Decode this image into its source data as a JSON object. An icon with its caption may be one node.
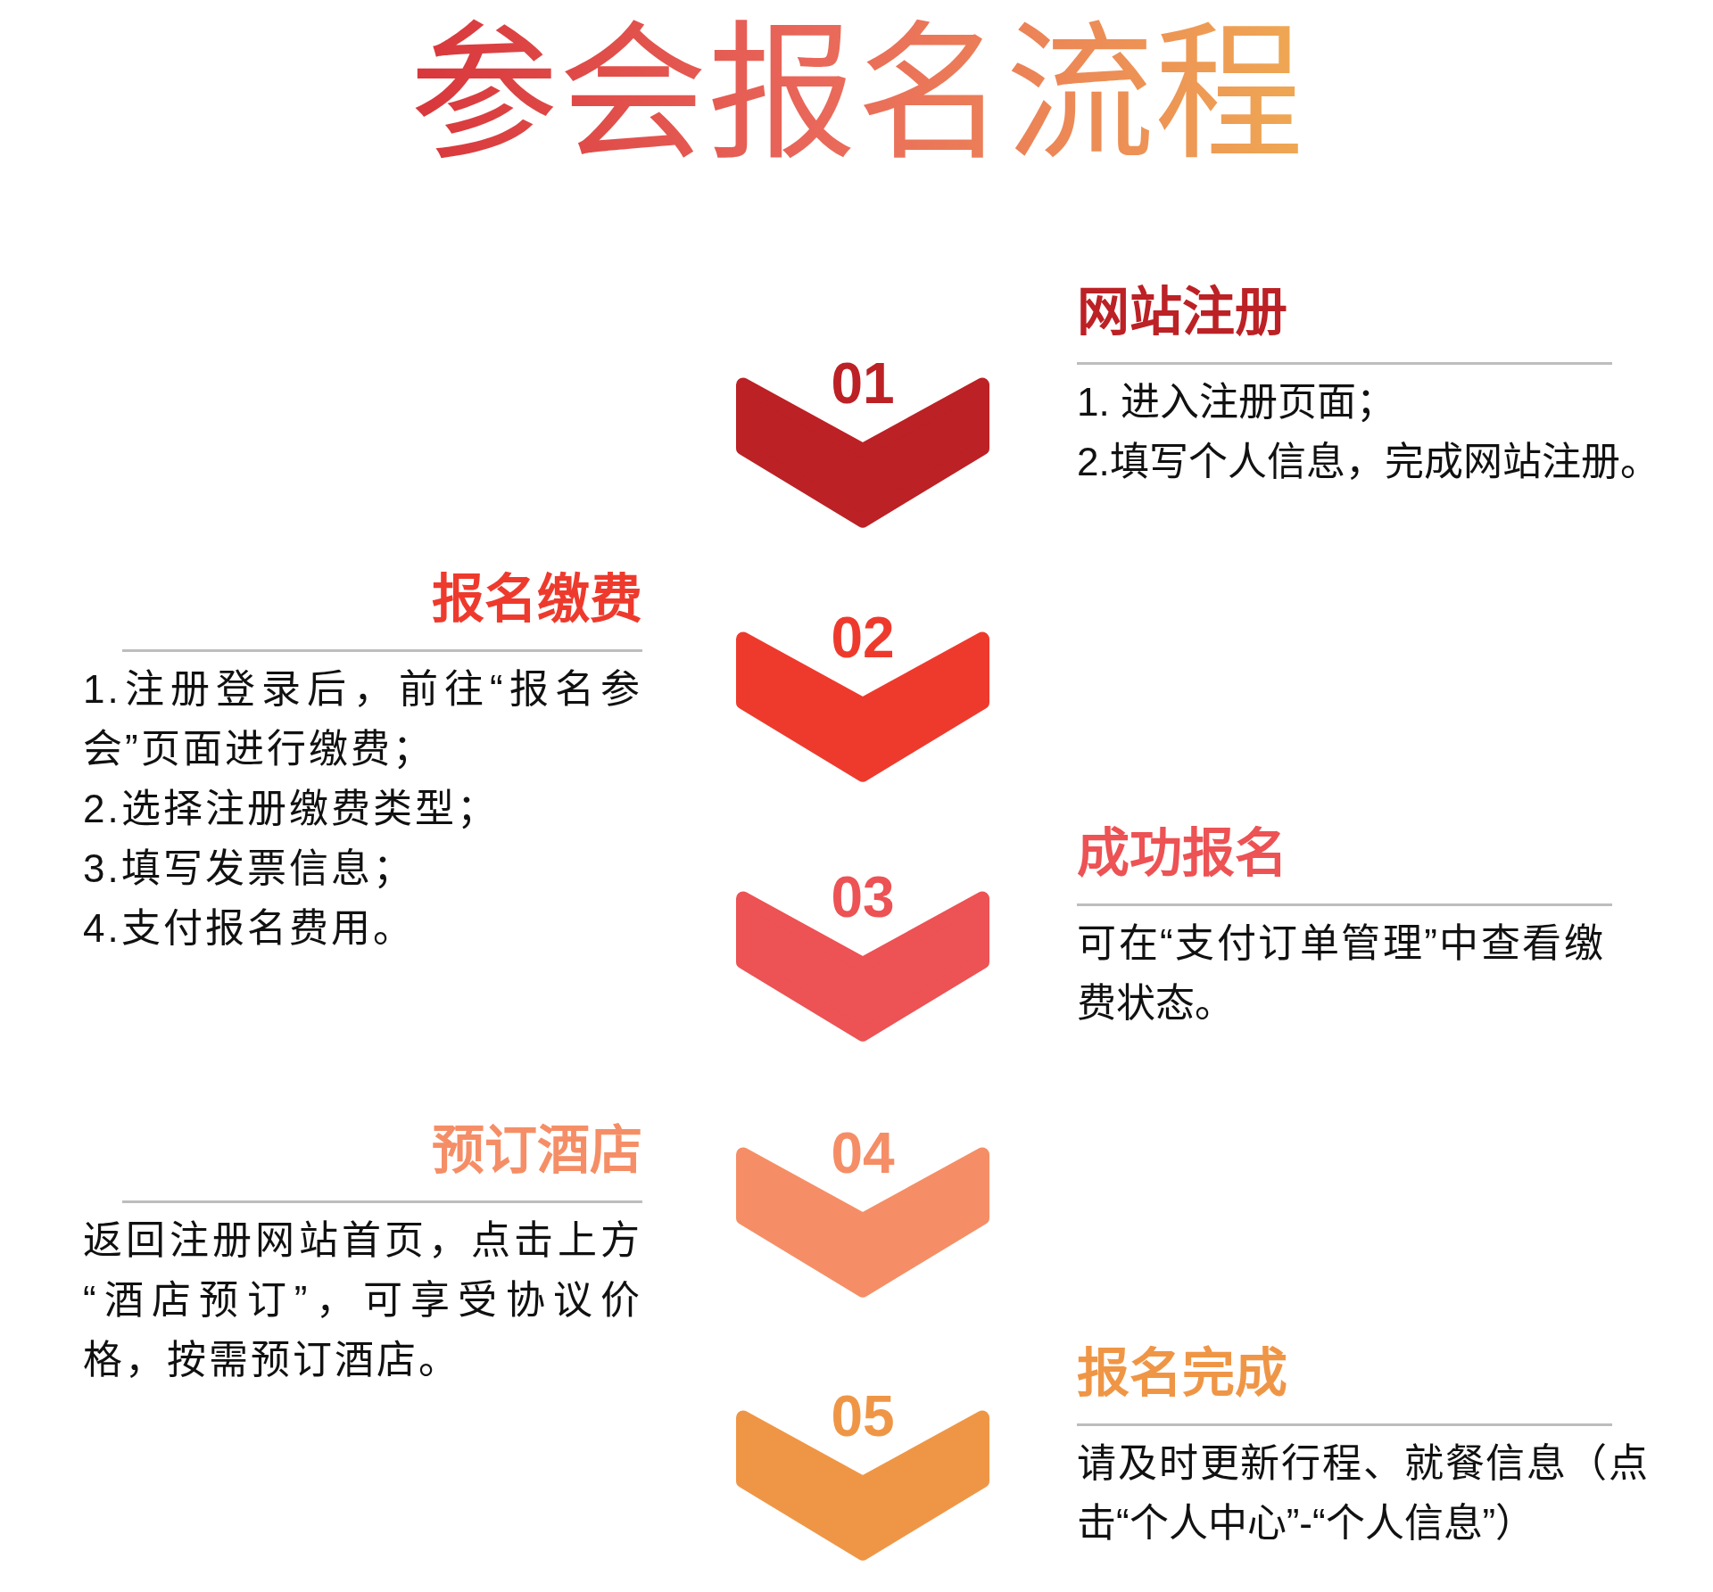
{
  "diagram": {
    "title": "参会报名流程",
    "nodes": [
      {
        "text": [
          "01"
        ],
        "beside": [
          "网站注册",
          "1. 进入注册页面；",
          "2.填写个人信息，完成网站注册。"
        ]
      },
      {
        "text": [
          "02"
        ],
        "beside": [
          "报名缴费",
          "1.注册登录后，前往“报名参会”页面进行缴费；",
          "2.选择注册缴费类型；",
          "3.填写发票信息；",
          "4.支付报名费用。"
        ]
      },
      {
        "text": [
          "03"
        ],
        "beside": [
          "成功报名",
          "可在“支付订单管理”中查看缴费状态。"
        ]
      },
      {
        "text": [
          "04"
        ],
        "beside": [
          "预订酒店",
          "返回注册网站首页，点击上方“酒店预订”，可享受协议价格，按需预订酒店。"
        ]
      },
      {
        "text": [
          "05"
        ],
        "beside": [
          "报名完成",
          "请及时更新行程、就餐信息（点击“个人中心”-“个人信息”）"
        ]
      }
    ]
  }
}
